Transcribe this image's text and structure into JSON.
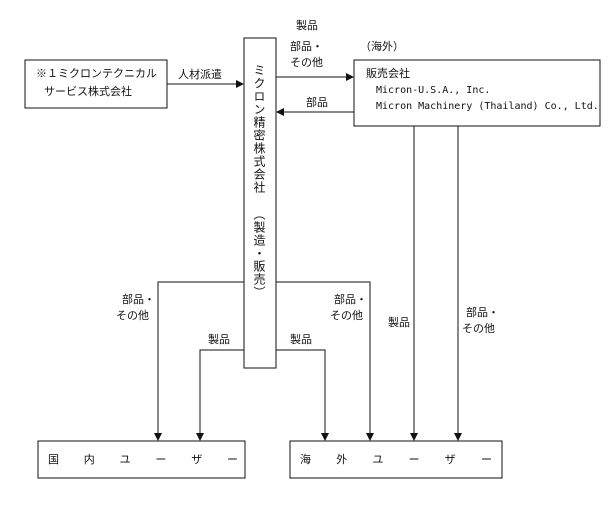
{
  "subsidiary": {
    "line1": "※１ミクロンテクニカル",
    "line2": "サービス株式会社"
  },
  "company": {
    "name": "ミクロン精密株式会社",
    "role": "（製造・販売）"
  },
  "overseas_tag": "（海外）",
  "sales": {
    "title": "販売会社",
    "line1": "Micron-U.S.A., Inc.",
    "line2": "Micron Machinery (Thailand) Co., Ltd."
  },
  "labels": {
    "staff": "人材派遣",
    "products": "製品",
    "parts_line1": "部品・",
    "parts_line2": "その他",
    "parts": "部品"
  },
  "domestic_user_chars": [
    "国",
    "内",
    "ユ",
    "ー",
    "ザ",
    "ー"
  ],
  "overseas_user_chars": [
    "海",
    "外",
    "ユ",
    "ー",
    "ザ",
    "ー"
  ]
}
